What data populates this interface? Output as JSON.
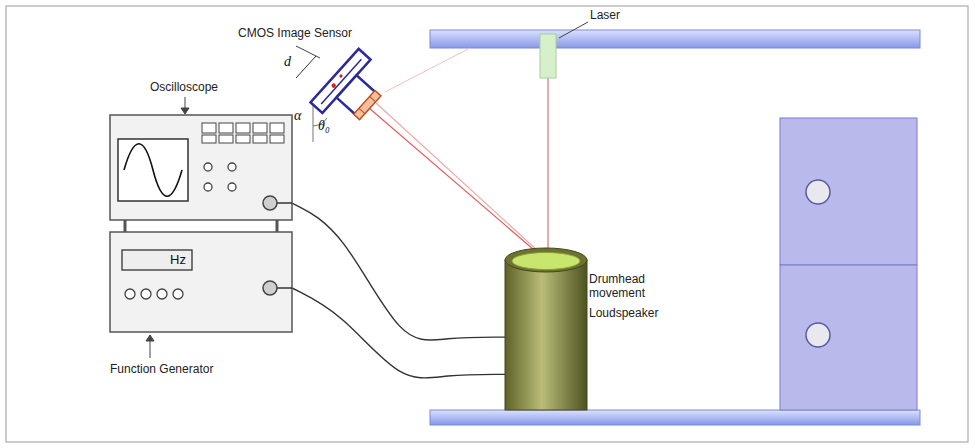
{
  "diagram": {
    "nodes": [
      {
        "text": [
          "CMOS Image Sensor"
        ]
      },
      {
        "text": [
          "Laser"
        ]
      },
      {
        "text": [
          "Oscilloscope"
        ]
      },
      {
        "text": [
          "Drumhead movement",
          "Loudspeaker"
        ]
      },
      {
        "text": [
          "Function Generator"
        ]
      }
    ],
    "edges": [
      {
        "from": 2,
        "to": 3,
        "arrow": "none"
      },
      {
        "from": 4,
        "to": 3,
        "arrow": "none"
      }
    ],
    "labels": [
      "d",
      "α",
      "θ₀",
      "Hz"
    ]
  }
}
